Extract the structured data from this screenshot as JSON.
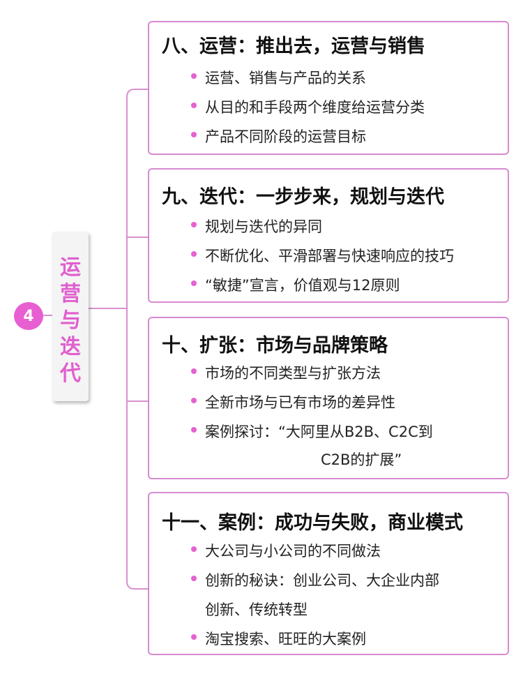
{
  "badge": "4",
  "root": {
    "chars": [
      "运",
      "营",
      "与",
      "迭",
      "代"
    ]
  },
  "sections": [
    {
      "title": "八、运营：推出去，运营与销售",
      "items": [
        "运营、销售与产品的关系",
        "从目的和手段两个维度给运营分类",
        "产品不同阶段的运营目标"
      ]
    },
    {
      "title": "九、迭代：一步步来，规划与迭代",
      "items": [
        "规划与迭代的异同",
        "不断优化、平滑部署与快速响应的技巧",
        "“敏捷”宣言，价值观与12原则"
      ]
    },
    {
      "title": "十、扩张：市场与品牌策略",
      "items": [
        "市场的不同类型与扩张方法",
        "全新市场与已有市场的差异性",
        "案例探讨：“大阿里从B2B、C2C到",
        "C2B的扩展”"
      ]
    },
    {
      "title": "十一、案例：成功与失败，商业模式",
      "items": [
        "大公司与小公司的不同做法",
        "创新的秘诀：创业公司、大企业内部",
        "创新、传统转型",
        "淘宝搜索、旺旺的大案例"
      ]
    }
  ],
  "colors": {
    "accent": "#e85fd2",
    "border": "#d78ad1",
    "connector": "#d890cf"
  }
}
